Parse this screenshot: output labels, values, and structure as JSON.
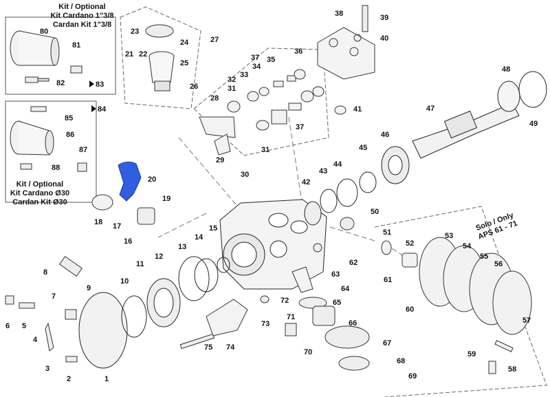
{
  "callouts": {
    "kit_cardano_big": [
      "Kit / Optional",
      "Kit Cardano 1\"3/8",
      "Cardan Kit 1\"3/8"
    ],
    "kit_cardano_small": [
      "Kit / Optional",
      "Kit Cardano Ø30",
      "Cardan Kit Ø30"
    ],
    "solo_only": [
      "Solo / Only",
      "APS 61 - 71"
    ]
  },
  "arrow_refs": {
    "ref_83": "83",
    "ref_84": "84"
  },
  "highlight_color": "#2f5fe0",
  "part_numbers": [
    "1",
    "2",
    "3",
    "4",
    "5",
    "6",
    "7",
    "8",
    "9",
    "10",
    "11",
    "12",
    "13",
    "14",
    "15",
    "16",
    "17",
    "18",
    "19",
    "20",
    "21",
    "22",
    "23",
    "24",
    "25",
    "26",
    "27",
    "28",
    "29",
    "30",
    "31",
    "31",
    "32",
    "33",
    "34",
    "35",
    "36",
    "37",
    "37",
    "38",
    "39",
    "40",
    "41",
    "42",
    "43",
    "44",
    "45",
    "46",
    "47",
    "48",
    "49",
    "50",
    "51",
    "52",
    "53",
    "54",
    "55",
    "56",
    "57",
    "58",
    "59",
    "60",
    "61",
    "62",
    "63",
    "64",
    "65",
    "66",
    "67",
    "68",
    "69",
    "70",
    "71",
    "72",
    "73",
    "74",
    "75",
    "80",
    "81",
    "82",
    "85",
    "86",
    "87",
    "88"
  ]
}
